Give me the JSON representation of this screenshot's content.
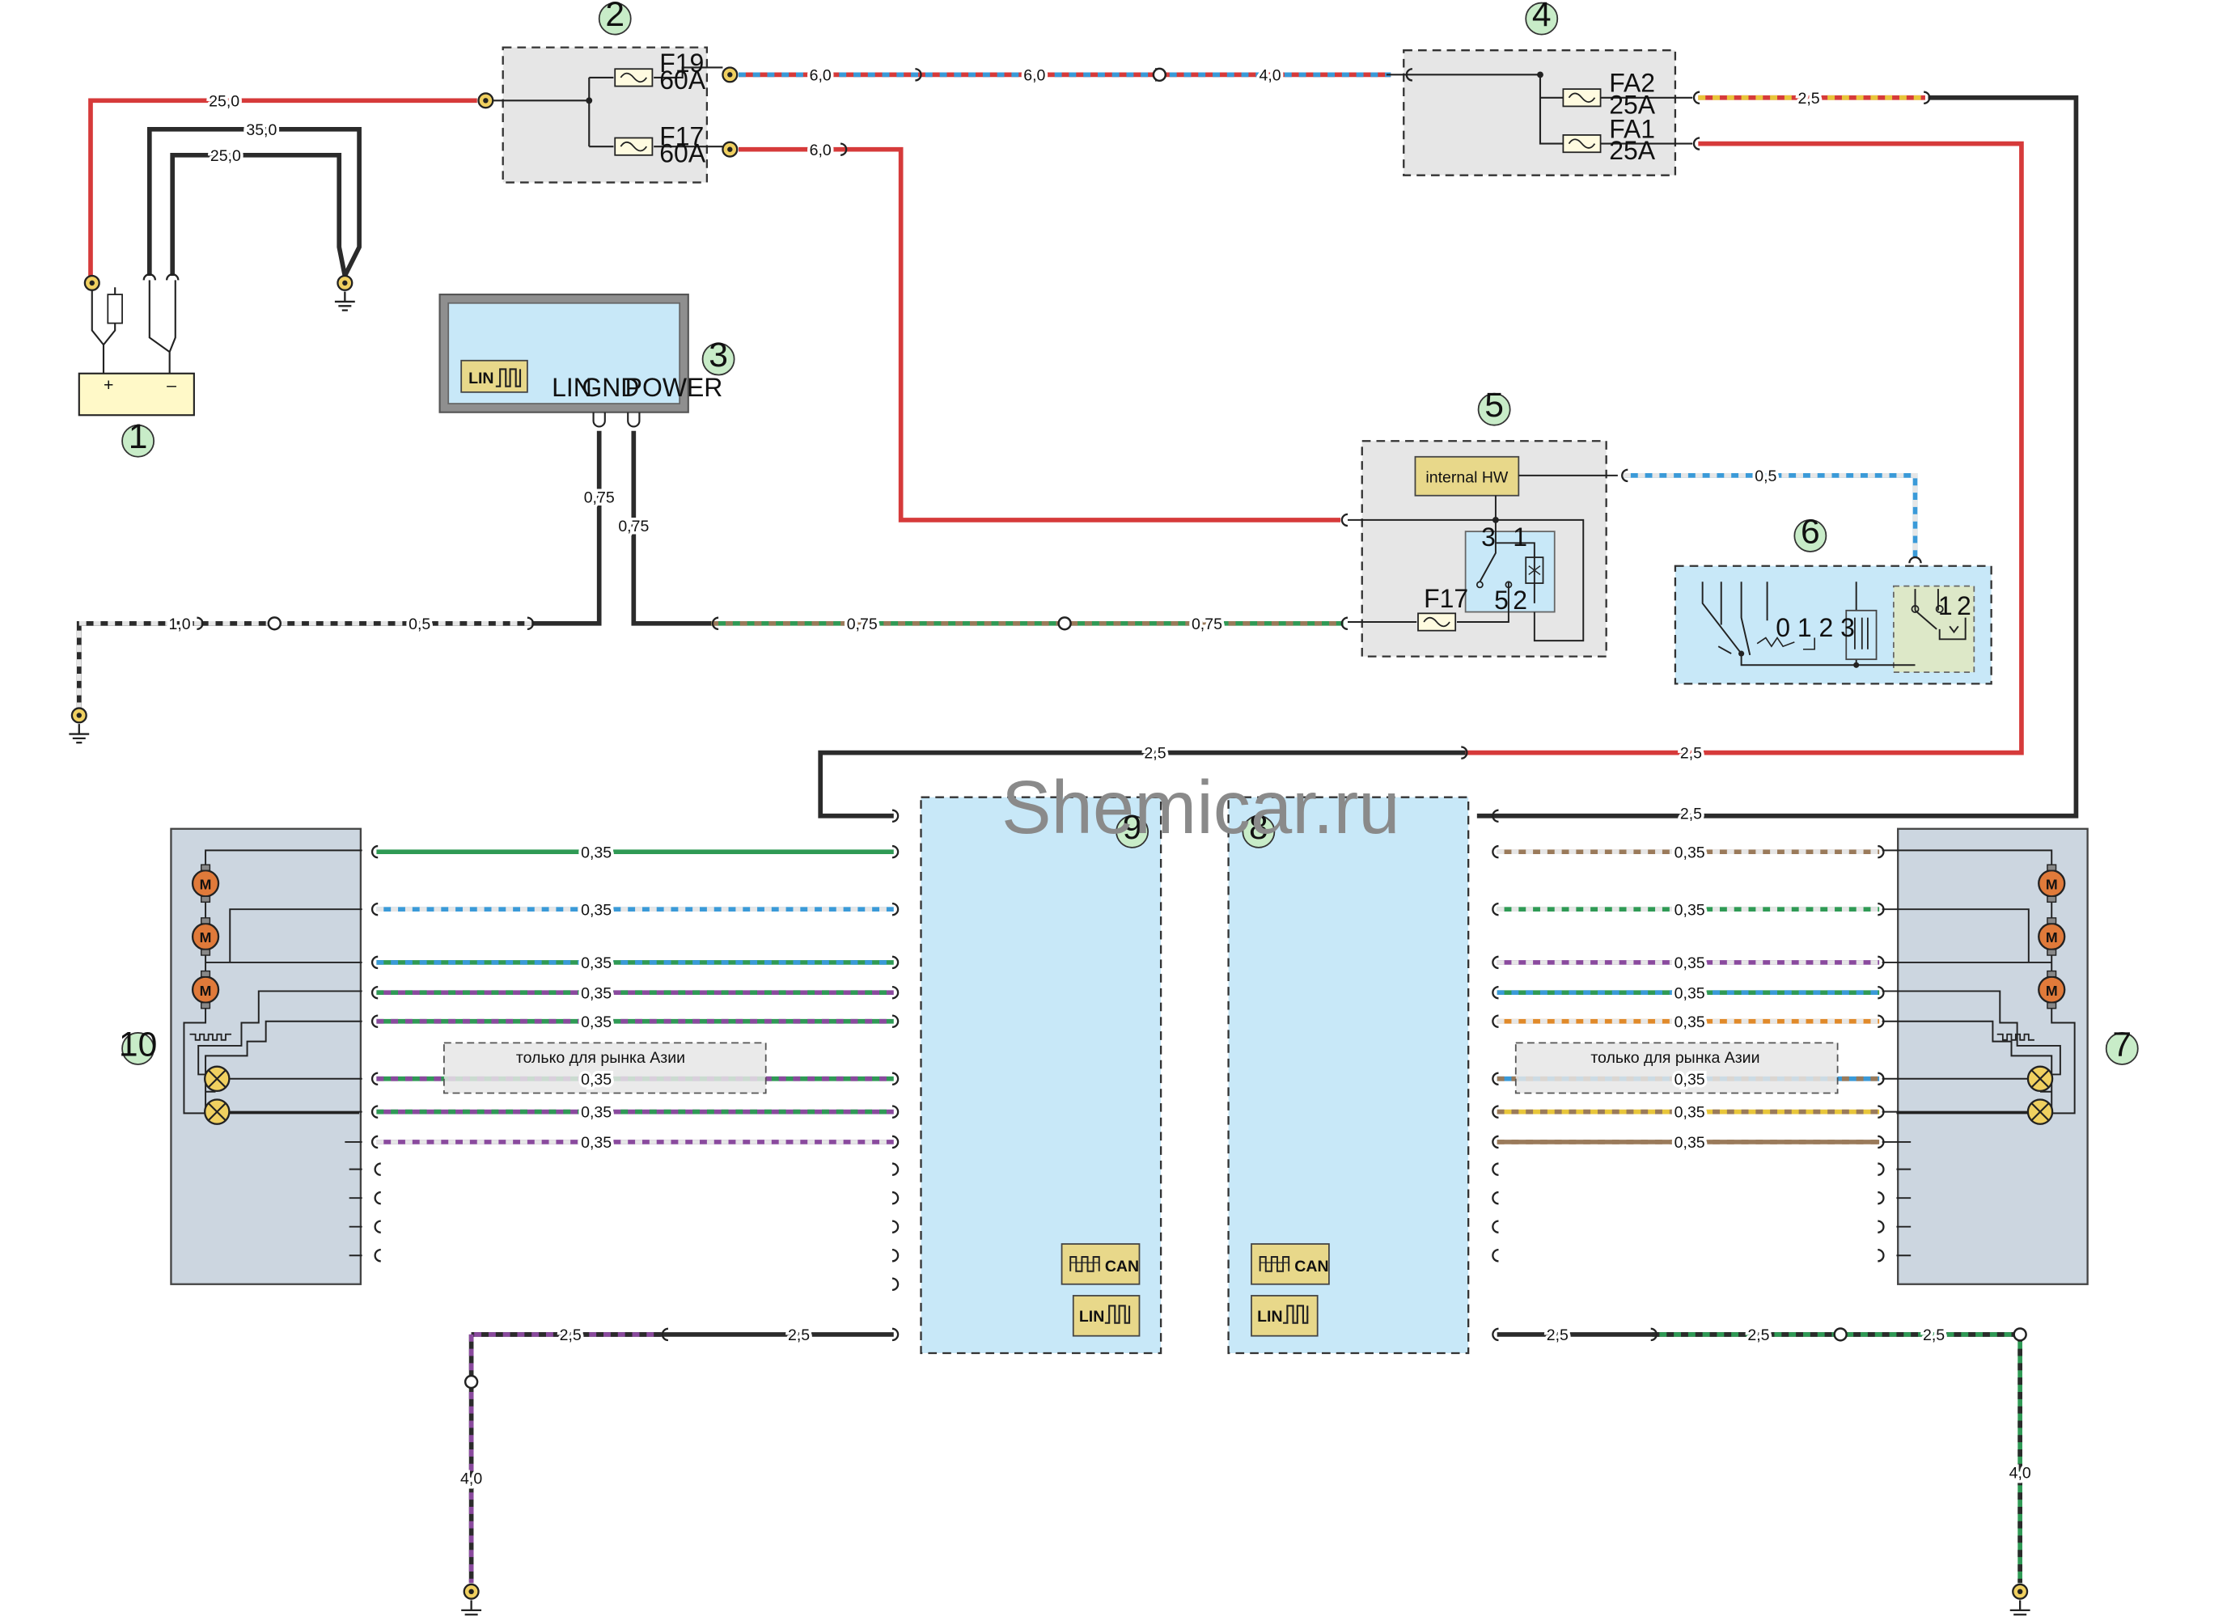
{
  "watermark": "Shemicar.ru",
  "callouts": [
    "1",
    "2",
    "3",
    "4",
    "5",
    "6",
    "7",
    "8",
    "9",
    "10"
  ],
  "battery": {
    "plus": "+",
    "minus": "–"
  },
  "fuse_box_2": {
    "fuses": [
      {
        "id": "F19",
        "rating": "60A"
      },
      {
        "id": "F17",
        "rating": "60A"
      }
    ]
  },
  "fuse_box_4": {
    "fuses": [
      {
        "id": "FA2",
        "rating": "25A"
      },
      {
        "id": "FA1",
        "rating": "25A"
      }
    ]
  },
  "module_3": {
    "bus_label": "LIN",
    "pins": [
      "LIN",
      "GND",
      "POWER"
    ]
  },
  "relay_5": {
    "chip_label": "internal HW",
    "fuse": "F17",
    "pins": [
      "3",
      "1",
      "5",
      "2"
    ]
  },
  "switch_6": {
    "positions": "0 1 2 3",
    "contacts": [
      "1",
      "2"
    ]
  },
  "ecu_badges": {
    "can": "CAN",
    "lin": "LIN"
  },
  "region_note": "только для рынка Азии",
  "motor_symbol": "M",
  "wire_gauges": {
    "batt_pos": "25,0",
    "batt_neg_1": "35,0",
    "batt_neg_2": "25,0",
    "f19_out": "6,0",
    "mid_1": "6,0",
    "mid_2": "4,0",
    "f17_out": "6,0",
    "fa2_out": "2,5",
    "lin_gnd": "0,75",
    "lin_power": "0,75",
    "gnd_left_1": "1,0",
    "gnd_left_2": "0,5",
    "power_1": "0,75",
    "power_2": "0,75",
    "relay_out": "0,5",
    "fa1_left": "2,5",
    "fa1_right": "2,5",
    "fa2_to_8": "2,5",
    "left_wires": [
      "0,35",
      "0,35",
      "0,35",
      "0,35",
      "0,35",
      "0,35",
      "0,35",
      "0,35"
    ],
    "right_wires": [
      "0,35",
      "0,35",
      "0,35",
      "0,35",
      "0,35",
      "0,35",
      "0,35",
      "0,35"
    ],
    "gnd9_a": "2,5",
    "gnd9_b": "2,5",
    "gnd9_v": "4,0",
    "gnd8_a": "2,5",
    "gnd8_b": "2,5",
    "gnd8_c": "2,5",
    "gnd8_v": "4,0"
  },
  "colors": {
    "red": "#d63a3a",
    "black": "#2b2b2b",
    "blue": "#3a9ad8",
    "green": "#2f9a55",
    "yellow": "#e8c63a",
    "violet": "#8a4a9e",
    "brown": "#9a7a5a",
    "orange": "#e08a2a",
    "module_fill": "#c8e8f8",
    "door_fill": "#ccd6e0",
    "box_fill": "#e6e6e6",
    "badge_fill": "#e8d88a"
  }
}
